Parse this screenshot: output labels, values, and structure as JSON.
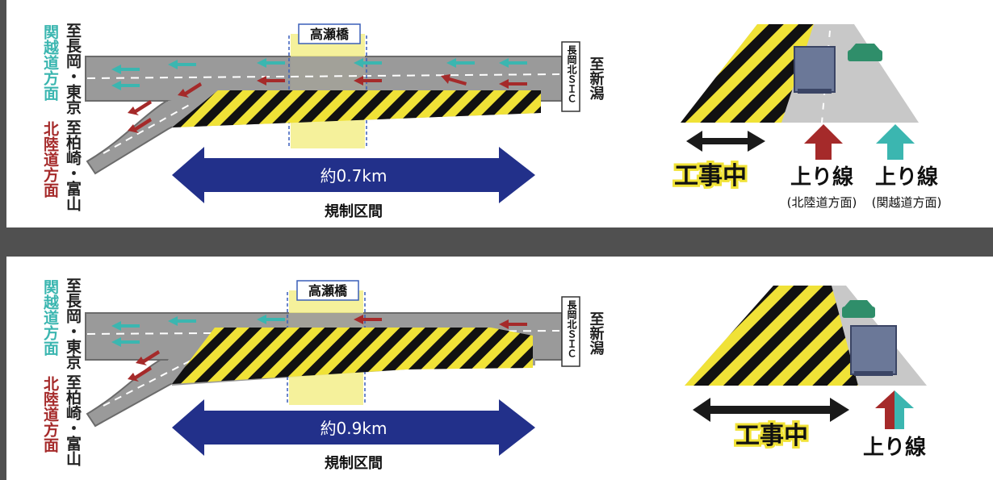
{
  "colors": {
    "kanetsu": "#3bb6b0",
    "hokuriku": "#a52a2a",
    "length_arrow": "#22308a",
    "road": "#9a9a9a",
    "road_edge": "#6b6b6b",
    "stripe_yellow": "#f0e237",
    "bridge_fill": "#f3ee8a",
    "bridge_dash": "#3a5fb8",
    "truck": "#6b7898",
    "car": "#2f8e6a"
  },
  "panels": [
    {
      "bridge_label": "高瀬橋",
      "left_top_dest": "至長岡・東京",
      "left_top_route": "関越道方面",
      "left_bottom_dest": "至柏崎・富山",
      "left_bottom_route": "北陸道方面",
      "ic_label": "長岡北ＳＩＣ",
      "right_dest": "至新潟",
      "distance": "約0.7km",
      "section_label": "規制区間",
      "construction_label": "工事中",
      "lanes": [
        {
          "label": "上り線",
          "sub": "(北陸道方面)"
        },
        {
          "label": "上り線",
          "sub": "(関越道方面)"
        }
      ]
    },
    {
      "bridge_label": "高瀬橋",
      "left_top_dest": "至長岡・東京",
      "left_top_route": "関越道方面",
      "left_bottom_dest": "至柏崎・富山",
      "left_bottom_route": "北陸道方面",
      "ic_label": "長岡北ＳＩＣ",
      "right_dest": "至新潟",
      "distance": "約0.9km",
      "section_label": "規制区間",
      "construction_label": "工事中",
      "lanes": [
        {
          "label": "上り線",
          "sub": ""
        }
      ]
    }
  ]
}
